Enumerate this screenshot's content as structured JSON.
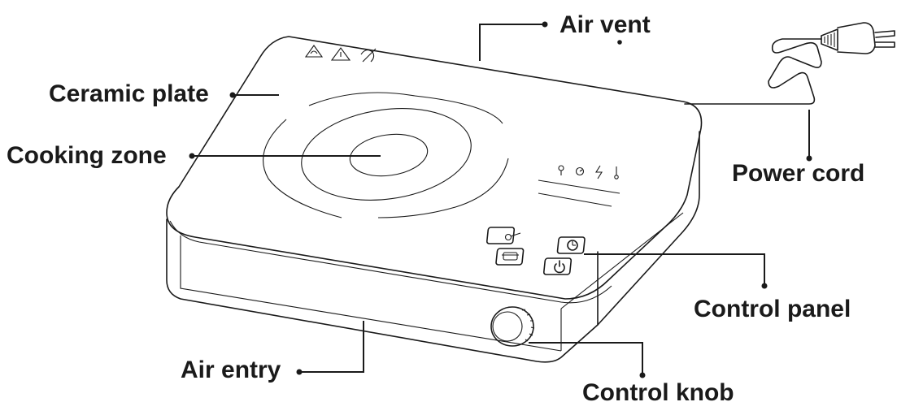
{
  "labels": {
    "air_vent": "Air vent",
    "ceramic_plate": "Ceramic plate",
    "cooking_zone": "Cooking zone",
    "power_cord": "Power cord",
    "control_panel": "Control panel",
    "air_entry": "Air entry",
    "control_knob": "Control knob"
  },
  "icons": [
    "warning-hot-surface-icon",
    "warning-triangle-icon",
    "no-children-icon",
    "key-lock-icon",
    "timer-icon",
    "power-level-icon",
    "temperature-icon",
    "lock-key-button-icon",
    "timer-button-icon",
    "pot-function-icon",
    "power-button-icon"
  ]
}
